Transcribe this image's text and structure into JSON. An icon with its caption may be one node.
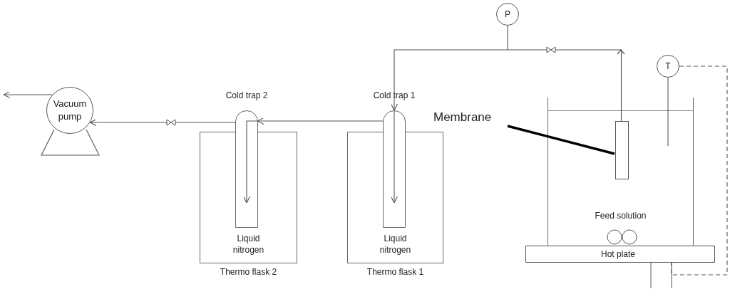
{
  "diagram": {
    "nodes": [
      {
        "text": [
          "Vacuum pump"
        ]
      },
      {
        "text": [
          "Cold trap 2"
        ]
      },
      {
        "text": [
          "Liquid nitrogen",
          "Thermo flask 2"
        ]
      },
      {
        "text": [
          "Cold trap 1"
        ]
      },
      {
        "text": [
          "Liquid nitrogen",
          "Thermo flask 1"
        ]
      },
      {
        "text": [
          "P"
        ]
      },
      {
        "text": [
          "Membrane"
        ]
      },
      {
        "text": [
          "Feed solution"
        ]
      },
      {
        "text": [],
        "shape": "box",
        "in": 7
      },
      {
        "text": [
          "T"
        ]
      },
      {
        "text": [
          "Hot plate"
        ]
      }
    ],
    "edges": [
      {
        "from": 8,
        "to": 3,
        "arrow": "to"
      },
      {
        "from": 3,
        "to": 1,
        "arrow": "to"
      },
      {
        "from": 1,
        "to": 0,
        "arrow": "to"
      },
      {
        "from": 0,
        "to": null,
        "arrow": "to"
      },
      {
        "from": 5,
        "to": null,
        "arrow": "none"
      },
      {
        "from": 6,
        "to": 8,
        "arrow": "none",
        "style": "thick",
        "color": "#000000"
      },
      {
        "from": 9,
        "to": null,
        "arrow": "none"
      },
      {
        "from": 9,
        "to": 10,
        "arrow": "none",
        "style": "dashed"
      }
    ]
  }
}
